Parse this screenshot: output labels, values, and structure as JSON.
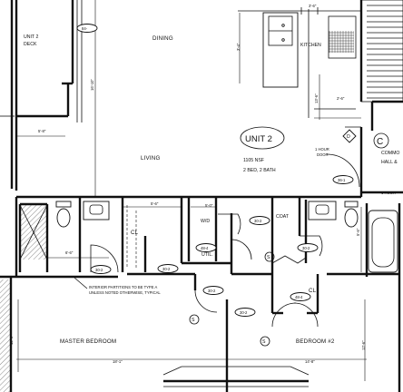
{
  "rooms": {
    "unit2_deck": "UNIT 2\nDECK",
    "dining": "DINING",
    "kitchen": "KITCHEN",
    "living": "LIVING",
    "cl": "CL",
    "wd": "W/D",
    "util": "UTIL.",
    "coat": "COAT",
    "cl2": "CL",
    "master_bedroom": "MASTER BEDROOM",
    "bedroom2": "BEDROOM #2",
    "commons": "COMMO\nHALL &"
  },
  "unit_tag": {
    "title": "UNIT 2",
    "area": "1105 NSF",
    "beds": "2 BED, 2 BATH"
  },
  "door_tags": [
    "84-",
    "30-2",
    "30-2",
    "30-2",
    "30-2",
    "30-2",
    "30-2",
    "48-4",
    "48-4",
    "36-1"
  ],
  "symbols": [
    "D",
    "C",
    "S",
    "S",
    "S"
  ],
  "dimensions": [
    "5'-8\"",
    "5'-6\"",
    "6'-6\"",
    "12'-6\"",
    "16'-10\"",
    "13'-6\"",
    "3'-6\"",
    "5'-0\"",
    "2'-6\"",
    "14'-8\"",
    "18'-1\"",
    "3'-4\"",
    "12'-6\"",
    "5'-6\"",
    "1 HOUR",
    "1 HOUR\nDOOR"
  ],
  "note": "INTERIOR PARTITIONS TO BE TYPE A\nUNLESS NOTED OTHERWISE, TYPICAL"
}
